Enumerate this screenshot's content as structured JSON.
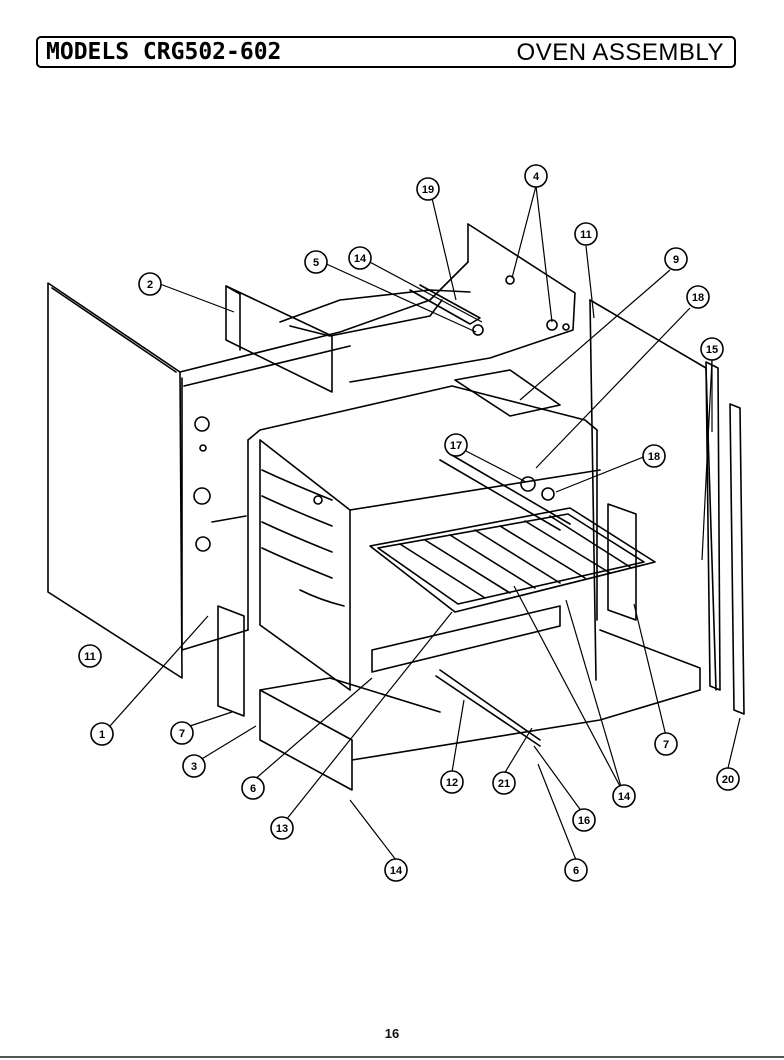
{
  "header": {
    "models_label": "MODELS CRG502-602",
    "section_title": "OVEN ASSEMBLY"
  },
  "callouts": [
    {
      "id": "1",
      "label": "1"
    },
    {
      "id": "2",
      "label": "2"
    },
    {
      "id": "3",
      "label": "3"
    },
    {
      "id": "4",
      "label": "4"
    },
    {
      "id": "5",
      "label": "5"
    },
    {
      "id": "6a",
      "label": "6"
    },
    {
      "id": "6b",
      "label": "6"
    },
    {
      "id": "7a",
      "label": "7"
    },
    {
      "id": "7b",
      "label": "7"
    },
    {
      "id": "9",
      "label": "9"
    },
    {
      "id": "11a",
      "label": "11"
    },
    {
      "id": "11b",
      "label": "11"
    },
    {
      "id": "12",
      "label": "12"
    },
    {
      "id": "13",
      "label": "13"
    },
    {
      "id": "14a",
      "label": "14"
    },
    {
      "id": "14b",
      "label": "14"
    },
    {
      "id": "14c",
      "label": "14"
    },
    {
      "id": "15",
      "label": "15"
    },
    {
      "id": "16",
      "label": "16"
    },
    {
      "id": "17",
      "label": "17"
    },
    {
      "id": "18a",
      "label": "18"
    },
    {
      "id": "18b",
      "label": "18"
    },
    {
      "id": "19",
      "label": "19"
    },
    {
      "id": "20",
      "label": "20"
    },
    {
      "id": "21",
      "label": "21"
    }
  ],
  "footer": {
    "page_number": "16"
  }
}
